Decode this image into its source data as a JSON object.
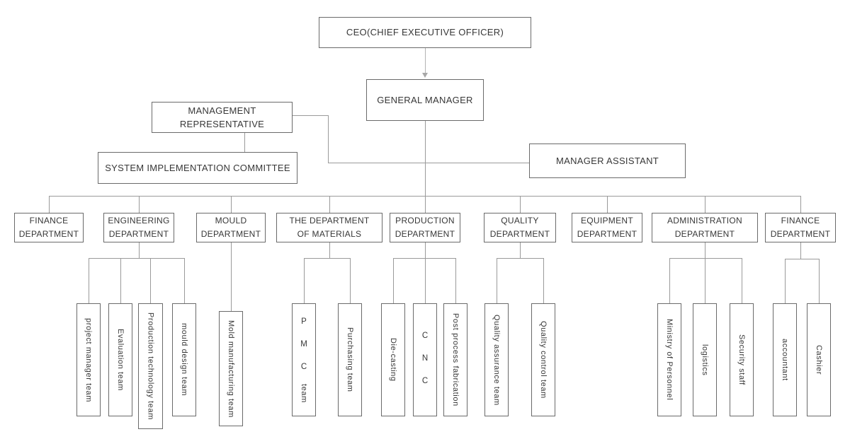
{
  "colors": {
    "background": "#ffffff",
    "box_border": "#6a6a6a",
    "connector_line": "#9a9a9a",
    "arrow": "#a8a8a8",
    "text": "#373737"
  },
  "top": {
    "ceo": "CEO(CHIEF EXECUTIVE OFFICER)",
    "general_manager": "GENERAL MANAGER",
    "management_representative": "MANAGEMENT\nREPRESENTATIVE",
    "system_implementation_committee": "SYSTEM IMPLEMENTATION COMMITTEE",
    "manager_assistant": "MANAGER ASSISTANT"
  },
  "departments": [
    {
      "label": "FINANCE\nDEPARTMENT"
    },
    {
      "label": "ENGINEERING\nDEPARTMENT"
    },
    {
      "label": "MOULD\nDEPARTMENT"
    },
    {
      "label": "THE DEPARTMENT\nOF MATERIALS"
    },
    {
      "label": "PRODUCTION\nDEPARTMENT"
    },
    {
      "label": "QUALITY\nDEPARTMENT"
    },
    {
      "label": "EQUIPMENT\nDEPARTMENT"
    },
    {
      "label": "ADMINISTRATION\nDEPARTMENT"
    },
    {
      "label": "FINANCE\nDEPARTMENT"
    }
  ],
  "teams": {
    "engineering": [
      {
        "label": "project manager team"
      },
      {
        "label": "Evaluation team"
      },
      {
        "label": "Production technology team"
      },
      {
        "label": "mould design team"
      }
    ],
    "mould": [
      {
        "label": "Mold manufacturing team"
      }
    ],
    "materials": [
      {
        "upright": "P M C",
        "label": "team"
      },
      {
        "label": "Purchasing team"
      }
    ],
    "production": [
      {
        "label": "Die-casting"
      },
      {
        "upright": "C N C"
      },
      {
        "label": "Post process fabrication"
      }
    ],
    "quality": [
      {
        "label": "Quality assurance team"
      },
      {
        "label": "Quality control team"
      }
    ],
    "administration": [
      {
        "label": "Ministry of Personnel"
      },
      {
        "label": "logistics"
      },
      {
        "label": "Security staff"
      }
    ],
    "finance": [
      {
        "label": "accountant"
      },
      {
        "label": "Cashier"
      }
    ]
  }
}
